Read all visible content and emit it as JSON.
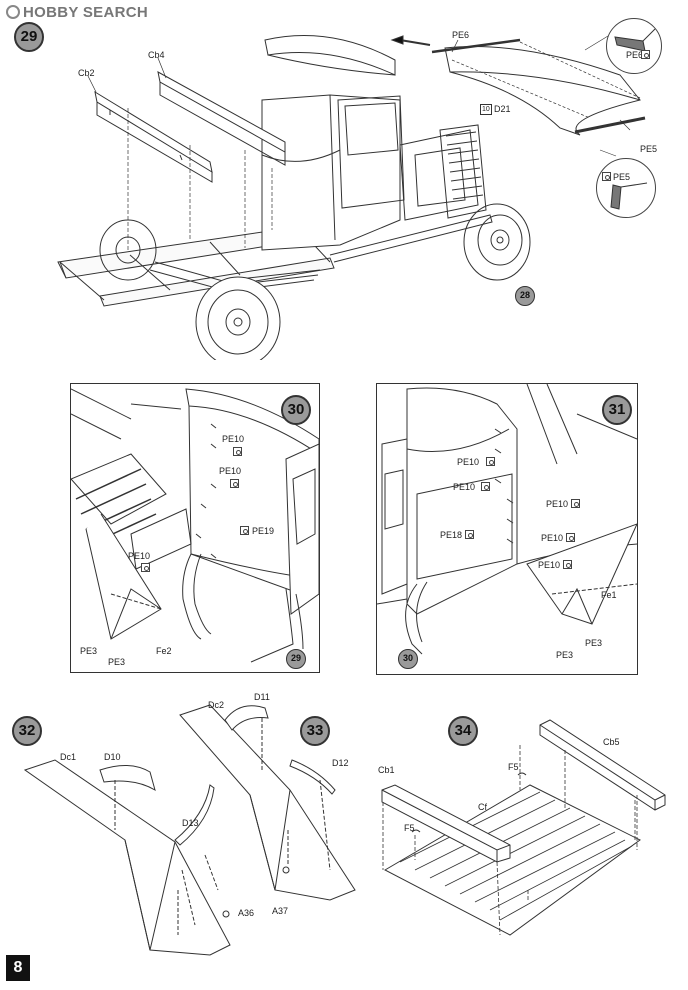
{
  "watermark": {
    "brand": "HOBBY SEARCH"
  },
  "page_number": "8",
  "steps": {
    "s29": "29",
    "s30": "30",
    "s31": "31",
    "s32": "32",
    "s33": "33",
    "s34": "34",
    "ref28": "28",
    "ref29": "29",
    "ref30": "30"
  },
  "step29": {
    "labels": {
      "cb2": "Cb2",
      "cb4": "Cb4",
      "pe6_top": "PE6",
      "pe6_inset": "PE6",
      "pe5_inset": "PE5",
      "pe5": "PE5",
      "d21": "D21",
      "d21_prefix": "10"
    }
  },
  "step30": {
    "labels": {
      "pe10_a": "PE10",
      "pe10_b": "PE10",
      "pe10_c": "PE10",
      "pe19": "PE19",
      "pe3_a": "PE3",
      "pe3_b": "PE3",
      "fe2": "Fe2"
    }
  },
  "step31": {
    "labels": {
      "pe10_a": "PE10",
      "pe10_b": "PE10",
      "pe10_c": "PE10",
      "pe10_d": "PE10",
      "pe10_e": "PE10",
      "pe18": "PE18",
      "pe3_a": "PE3",
      "pe3_b": "PE3",
      "fe1": "Fe1"
    }
  },
  "step32": {
    "labels": {
      "dc1": "Dc1",
      "d10": "D10",
      "d13": "D13",
      "a36": "A36"
    }
  },
  "step33": {
    "labels": {
      "dc2": "Dc2",
      "d11": "D11",
      "d12": "D12",
      "a37": "A37"
    }
  },
  "step34": {
    "labels": {
      "cb1": "Cb1",
      "cb5": "Cb5",
      "cf": "Cf",
      "f5_a": "F5",
      "f5_b": "F5"
    }
  }
}
